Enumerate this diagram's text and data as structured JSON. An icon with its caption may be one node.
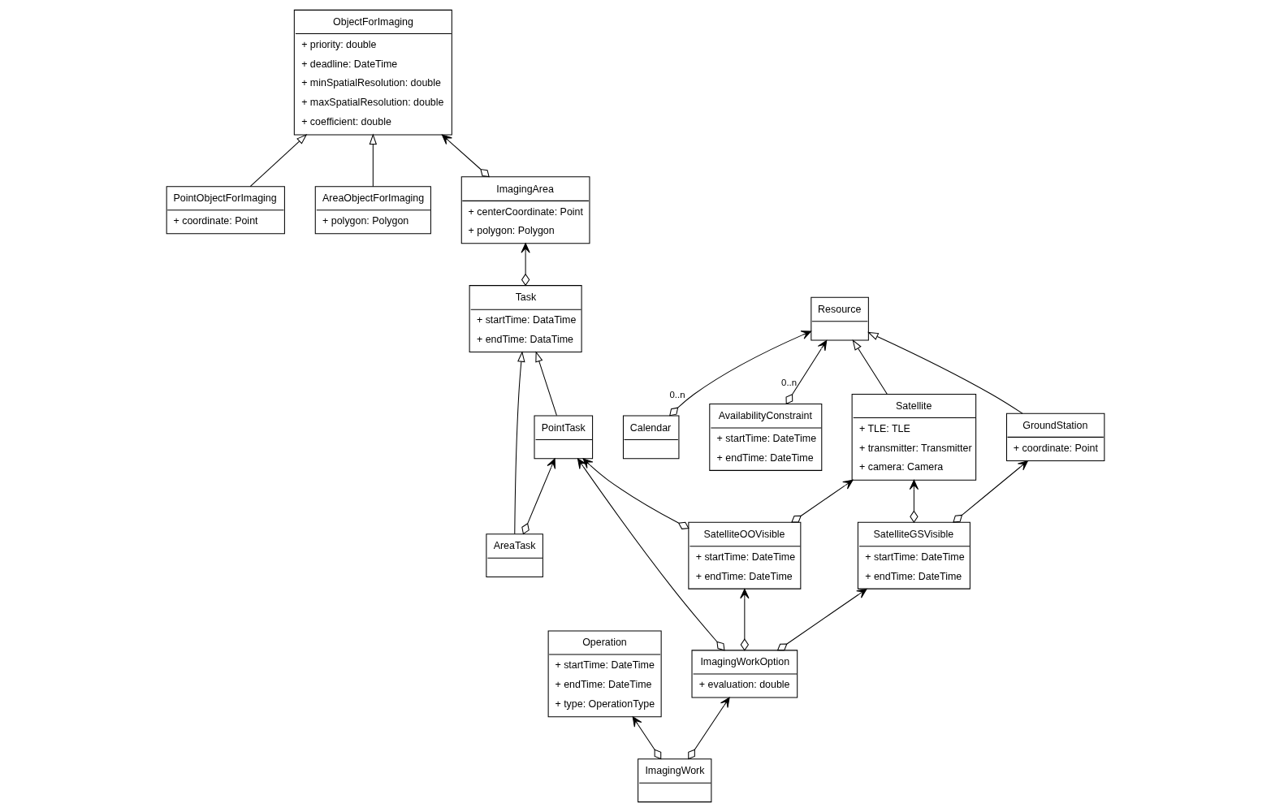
{
  "diagram": {
    "nodes": [
      {
        "text": [
          "PointObjectForImaging",
          "+ coordinate: Point"
        ]
      },
      {
        "text": [
          "AreaObjectForImaging",
          "+ polygon: Polygon"
        ]
      },
      {
        "text": [
          "Calendar"
        ]
      },
      {
        "text": [
          "AvailabilityConstraint",
          "+ startTime: DateTime",
          "+ endTime: DateTime"
        ]
      },
      {
        "text": [
          "GroundStation",
          "+ coordinate: Point"
        ]
      },
      {
        "text": [
          "ObjectForImaging",
          "+ priority: double",
          "+ deadline: DateTime",
          "+ minSpatialResolution: double",
          "+ maxSpatialResolution: double",
          "+ coefficient: double"
        ]
      },
      {
        "text": [
          "AreaTask"
        ]
      },
      {
        "text": [
          "Resource"
        ]
      },
      {
        "text": [
          "SatelliteGSVisible",
          "+ startTime: DateTime",
          "+ endTime: DateTime"
        ]
      },
      {
        "text": [
          "PointTask"
        ]
      },
      {
        "text": [
          "Satellite",
          "+ TLE: TLE",
          "+ transmitter: Transmitter",
          "+ camera: Camera"
        ]
      },
      {
        "text": [
          "ImagingArea",
          "+ centerCoordinate: Point",
          "+ polygon: Polygon"
        ]
      },
      {
        "text": [
          "Task",
          "+ startTime: DataTime",
          "+ endTime: DataTime"
        ]
      },
      {
        "text": [
          "SatelliteOOVisible",
          "+ startTime: DateTime",
          "+ endTime: DateTime"
        ]
      },
      {
        "text": [
          "Operation",
          "+ startTime: DateTime",
          "+ endTime: DateTime",
          "+ type: OperationType"
        ]
      },
      {
        "text": [
          "ImagingWork"
        ]
      },
      {
        "text": [
          "ImagingWorkOption",
          "+ evaluation: double"
        ]
      }
    ],
    "edges": [
      {
        "from": 0,
        "to": 5,
        "arrow": "to"
      },
      {
        "from": 1,
        "to": 5,
        "arrow": "to"
      },
      {
        "from": 2,
        "to": 7,
        "arrow": "to",
        "label": "0..n"
      },
      {
        "from": 3,
        "to": 7,
        "arrow": "to",
        "label": "0..n"
      },
      {
        "from": 4,
        "to": 7,
        "arrow": "to"
      },
      {
        "from": 8,
        "to": 4,
        "arrow": "to"
      },
      {
        "from": 10,
        "to": 7,
        "arrow": "to"
      },
      {
        "from": 8,
        "to": 10,
        "arrow": "to"
      },
      {
        "from": 6,
        "to": 12,
        "arrow": "to"
      },
      {
        "from": 6,
        "to": 9,
        "arrow": "to"
      },
      {
        "from": 9,
        "to": 12,
        "arrow": "to"
      },
      {
        "from": 11,
        "to": 5,
        "arrow": "to"
      },
      {
        "from": 12,
        "to": 11,
        "arrow": "to"
      },
      {
        "from": 13,
        "to": 10,
        "arrow": "to"
      },
      {
        "from": 13,
        "to": 9,
        "arrow": "to"
      },
      {
        "from": 16,
        "to": 9,
        "arrow": "to"
      },
      {
        "from": 16,
        "to": 13,
        "arrow": "to"
      },
      {
        "from": 16,
        "to": 8,
        "arrow": "to"
      },
      {
        "from": 15,
        "to": 14,
        "arrow": "to"
      },
      {
        "from": 15,
        "to": 16,
        "arrow": "to"
      }
    ]
  }
}
